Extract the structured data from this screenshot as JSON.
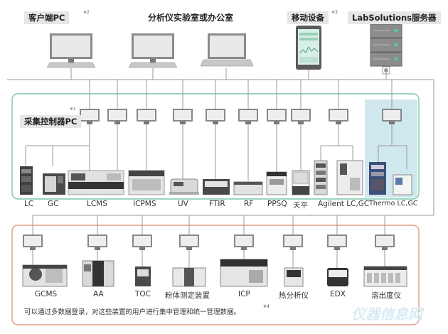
{
  "top": {
    "client_pc": {
      "label": "客户端PC",
      "note": "※2"
    },
    "lab_title": "分析仪实验室或办公室",
    "mobile": {
      "label": "移动设备",
      "note": "※3"
    },
    "server": {
      "label": "LabSolutions服务器"
    }
  },
  "acq": {
    "label": "采集控制器PC",
    "note": "※1"
  },
  "instruments_top": [
    {
      "label": "LC"
    },
    {
      "label": "GC"
    },
    {
      "label": "LCMS"
    },
    {
      "label": "ICPMS"
    },
    {
      "label": "UV"
    },
    {
      "label": "FTIR"
    },
    {
      "label": "RF"
    },
    {
      "label": "PPSQ"
    },
    {
      "label": "天平"
    },
    {
      "label": "Agilent LC,GC"
    },
    {
      "label": "Thermo LC,GC"
    }
  ],
  "instruments_bottom": [
    {
      "label": "GCMS"
    },
    {
      "label": "AA"
    },
    {
      "label": "TOC"
    },
    {
      "label": "粉体测定装置"
    },
    {
      "label": "ICP"
    },
    {
      "label": "热分析仪"
    },
    {
      "label": "EDX"
    },
    {
      "label": "溶出度仪"
    }
  ],
  "footer": {
    "text": "可以通过多数据登录，对这些装置的用户进行集中管理和统一管理数据。",
    "note": "※4"
  },
  "watermark": "仪器信息网",
  "colors": {
    "green_frame": "#7cc6ae",
    "orange_frame": "#e59b85",
    "thermo_fill": "#cfe8ee",
    "line": "#9a9a9a"
  }
}
